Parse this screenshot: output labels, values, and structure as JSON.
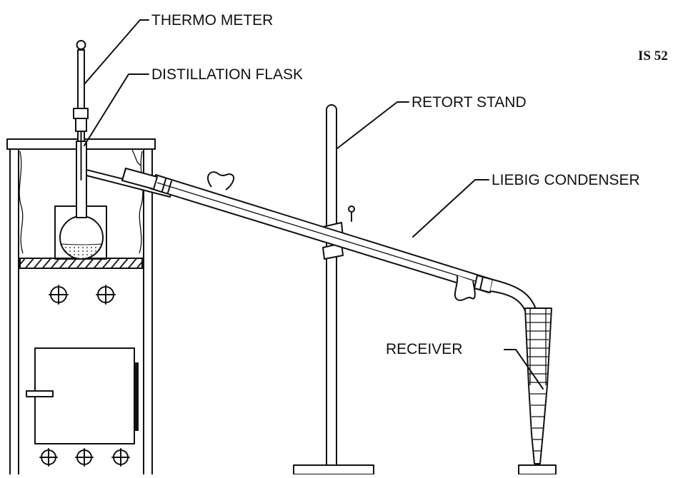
{
  "standard_ref": "IS 52",
  "labels": {
    "thermometer": "THERMO METER",
    "flask": "DISTILLATION FLASK",
    "retort_stand": "RETORT STAND",
    "condenser": "LIEBIG CONDENSER",
    "receiver": "RECEIVER"
  }
}
